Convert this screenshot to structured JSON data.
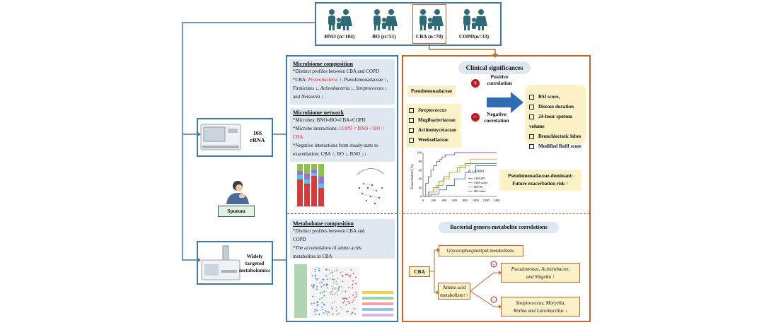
{
  "groups": [
    {
      "label": "BNO (n=104)"
    },
    {
      "label": "BO (n=51)"
    },
    {
      "label": "CBA (n=70)"
    },
    {
      "label": "COPD(n=33)"
    }
  ],
  "left": {
    "sputum": "Sputum",
    "rrna_line1": "16S",
    "rrna_line2": "rRNA",
    "met_line1": "Widely",
    "met_line2": "targeted",
    "met_line3": "metabolomics"
  },
  "microbiome_comp": {
    "title": "Microbiome composition",
    "l1": "*Distinct profiles between CBA and COPD",
    "l2a": "*CBA: ",
    "l2b": "Proteobacteria",
    "l2c": " ↑, Pseudomonadaceae ↑,",
    "l3a": "Firmicutes ↓, ",
    "l3b": "Actinobacteria",
    "l3c": " ↓, ",
    "l3d": "Streptococcus",
    "l3e": " ↓",
    "l4a": "and ",
    "l4b": "Neisseria",
    "l4c": " ↓"
  },
  "microbiome_net": {
    "title": "Microbiome network",
    "l1": "*Microbes:  BNO≈BO≈CBA≈COPD",
    "l2a": "*Microbe interactions: ",
    "l2b": "COPD < BNO < BO <",
    "l3": "CBA",
    "l4": "*Negative interactions from steady-state to",
    "l5": "exacerbation: CBA ↑, BO ↓, BNO ↓↓"
  },
  "metabolome": {
    "title": "Metabolome composition",
    "l1": "*Distinct profiles between CBA and",
    "l2": "COPD",
    "l3": "*The accumulation of amino acids",
    "l4": "metabolites in CBA"
  },
  "clinical": {
    "title": "Clinical significances",
    "pseudo": "Pseudomonadaceae",
    "positive": "Positive",
    "positive2": "correlation",
    "negative": "Negative",
    "negative2": "correlation",
    "neg_items": [
      "Streptococcus",
      "Mogibacteriaceae",
      "Actinomycetaceae",
      "Weeksellaceae"
    ],
    "pos_items": [
      "BSI score,",
      "Disease duration",
      "24-hour sputum volume",
      "Bronchiectatic lobes",
      "Modified Reiff score"
    ],
    "risk_line1": "Pseudomonadaceae-dominant:",
    "risk_line2": "Future  exacerbation risk ↑"
  },
  "genera": {
    "title": "Bacterial genera-metabolite correlations",
    "glycero": "Glycerophospholipid metabolism↓",
    "cba": "CBA",
    "amino1": "Amino acid",
    "amino2": "metabolism↑↑",
    "pos_line1": "Pseudomonas, Acinetobacter,",
    "pos_line2": "and Shigella ↑",
    "neg_line1": "Streptococcus, Moryella,",
    "neg_line2": "Rothia and Lactobacillus ↓",
    "plus": "+",
    "minus": "−"
  },
  "km_chart": {
    "type": "line",
    "ylabel": "Exacerbation (%)",
    "pvalue": "P < 0.0001",
    "xticks": [
      0,
      200,
      400,
      600,
      800,
      1000,
      1200,
      1400
    ],
    "yticks": [
      0,
      20,
      40,
      60,
      80,
      100
    ],
    "legend": [
      "CBA-PA",
      "CBA-other",
      "BO-PA",
      "BO-other"
    ],
    "series_colors": [
      "#7e57c2",
      "#4cae4c",
      "#f0a030",
      "#3a7bd5"
    ],
    "series": [
      {
        "name": "CBA-PA",
        "x": [
          0,
          50,
          100,
          150,
          200,
          260,
          320,
          360,
          420,
          600,
          1400
        ],
        "y": [
          0,
          30,
          45,
          60,
          70,
          80,
          85,
          90,
          95,
          100,
          100
        ]
      },
      {
        "name": "CBA-other",
        "x": [
          0,
          100,
          200,
          300,
          400,
          500,
          650,
          800,
          1400
        ],
        "y": [
          0,
          10,
          20,
          35,
          45,
          55,
          65,
          75,
          75
        ]
      },
      {
        "name": "BO-PA",
        "x": [
          0,
          120,
          250,
          380,
          500,
          700,
          900,
          1400
        ],
        "y": [
          0,
          10,
          25,
          40,
          55,
          70,
          85,
          85
        ]
      },
      {
        "name": "BO-other",
        "x": [
          0,
          150,
          300,
          450,
          600,
          800,
          1000,
          1400
        ],
        "y": [
          0,
          5,
          15,
          25,
          40,
          55,
          70,
          70
        ]
      }
    ],
    "xlim": [
      0,
      1400
    ],
    "ylim": [
      0,
      100
    ]
  }
}
